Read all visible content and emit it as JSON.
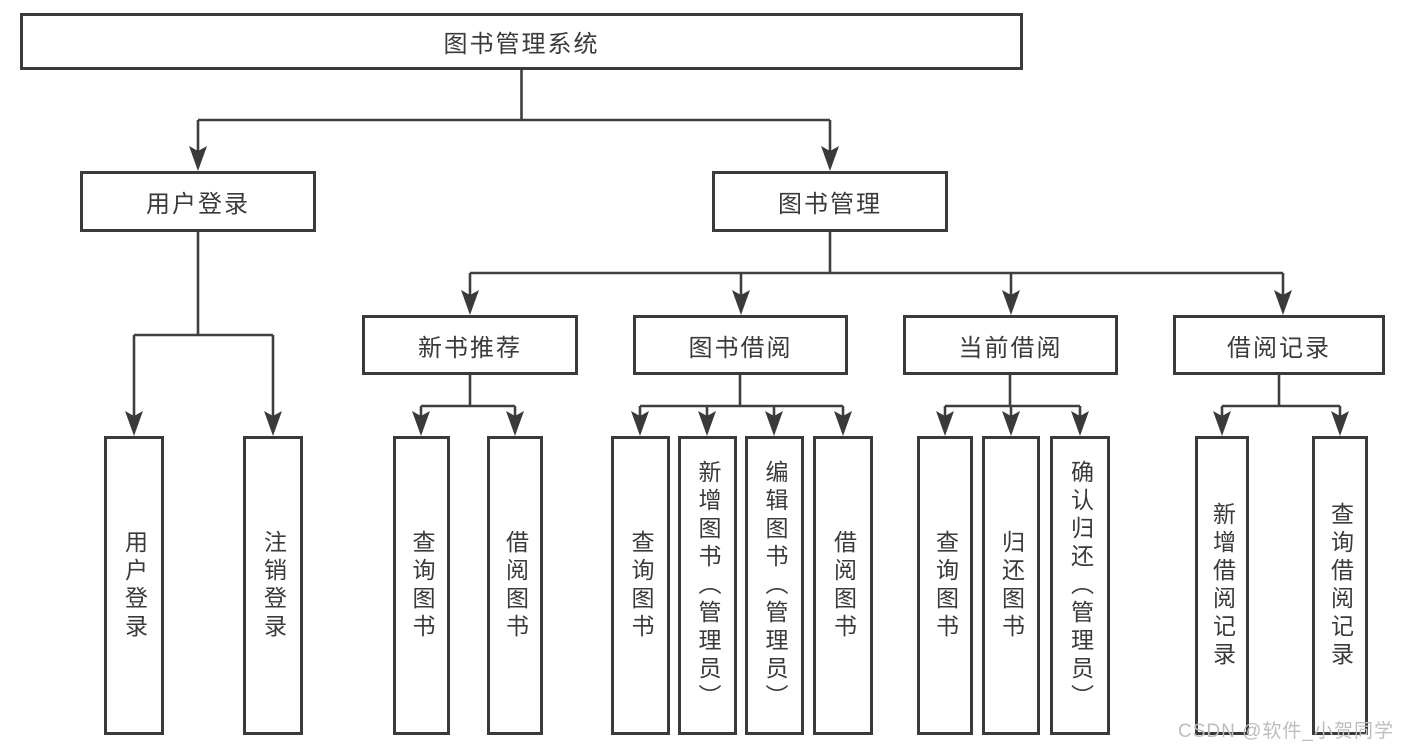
{
  "diagram": {
    "root": {
      "label": "图书管理系统"
    },
    "level2": [
      {
        "label": "用户登录"
      },
      {
        "label": "图书管理"
      }
    ],
    "level3": [
      {
        "label": "新书推荐"
      },
      {
        "label": "图书借阅"
      },
      {
        "label": "当前借阅"
      },
      {
        "label": "借阅记录"
      }
    ],
    "leaves": {
      "user_login": [
        {
          "label": "用户登录"
        },
        {
          "label": "注销登录"
        }
      ],
      "new_book_recommend": [
        {
          "label": "查询图书"
        },
        {
          "label": "借阅图书"
        }
      ],
      "book_borrow": [
        {
          "label": "查询图书"
        },
        {
          "label": "新增图书（管理员）"
        },
        {
          "label": "编辑图书（管理员）"
        },
        {
          "label": "借阅图书"
        }
      ],
      "current_borrow": [
        {
          "label": "查询图书"
        },
        {
          "label": "归还图书"
        },
        {
          "label": "确认归还（管理员）"
        }
      ],
      "borrow_records": [
        {
          "label": "新增借阅记录"
        },
        {
          "label": "查询借阅记录"
        }
      ]
    },
    "colors": {
      "line": "#3f3f3f",
      "border": "#3a3a3a",
      "text": "#3a3a3a",
      "watermark": "#bdbdbd"
    }
  },
  "watermark": {
    "text": "CSDN @软件_小贺同学"
  }
}
